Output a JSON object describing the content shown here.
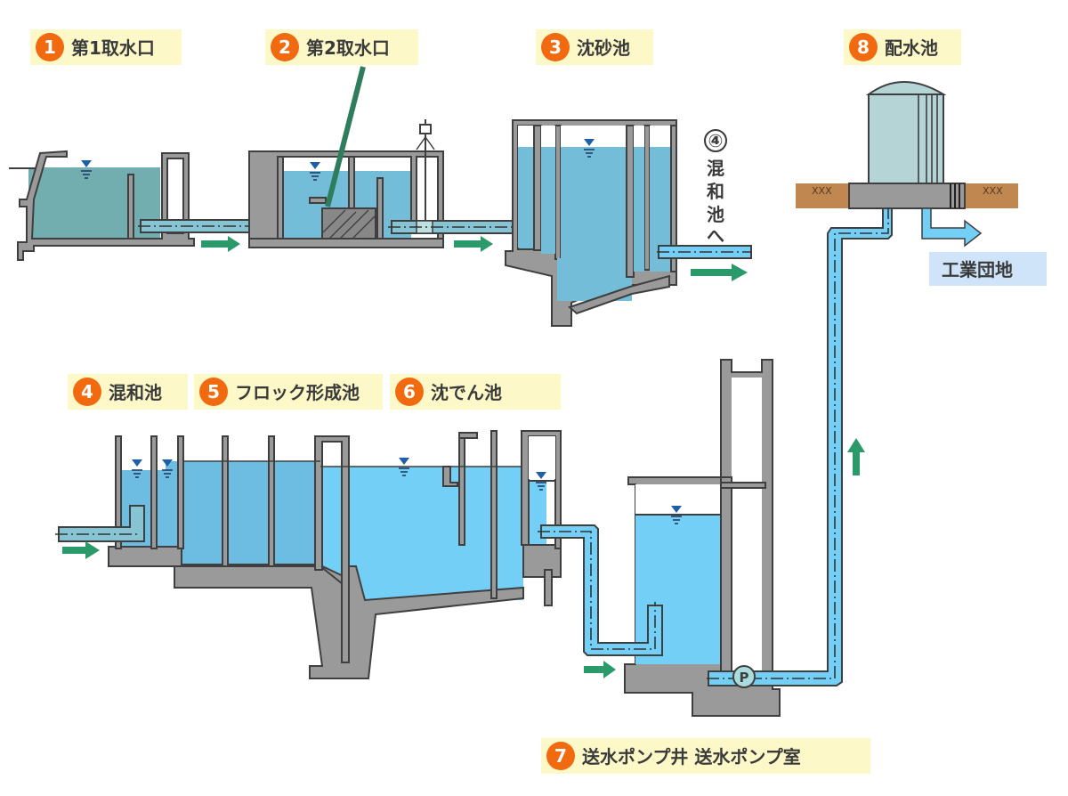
{
  "diagram": {
    "type": "water-treatment-process-flow",
    "stages": [
      {
        "number": "1",
        "label": "第1取水口"
      },
      {
        "number": "2",
        "label": "第2取水口"
      },
      {
        "number": "3",
        "label": "沈砂池"
      },
      {
        "number": "4",
        "label": "混和池"
      },
      {
        "number": "5",
        "label": "フロック形成池"
      },
      {
        "number": "6",
        "label": "沈でん池"
      },
      {
        "number": "7",
        "label": "送水ポンプ井 送水ポンプ室"
      },
      {
        "number": "8",
        "label": "配水池"
      }
    ],
    "connector_note": {
      "number": "④",
      "chars": [
        "混",
        "和",
        "池",
        "へ"
      ]
    },
    "destination": {
      "label": "工業団地"
    },
    "pump": {
      "symbol": "P"
    },
    "ground_marks": {
      "left": "XXX",
      "right": "XXX"
    },
    "colors": {
      "badge": "#f26a10",
      "label_background": "#fdf8c8",
      "destination_background": "#cfe4f8",
      "concrete": "#9a9a9a",
      "raw_water": "#72aeb0",
      "treated_water": "#74cff7",
      "flow_arrow": "#2a9a6a",
      "tank": "#b4d4d6",
      "soil": "#c08850"
    },
    "flow_sequence": [
      "1",
      "2",
      "3",
      "4",
      "5",
      "6",
      "7",
      "8",
      "工業団地"
    ]
  }
}
